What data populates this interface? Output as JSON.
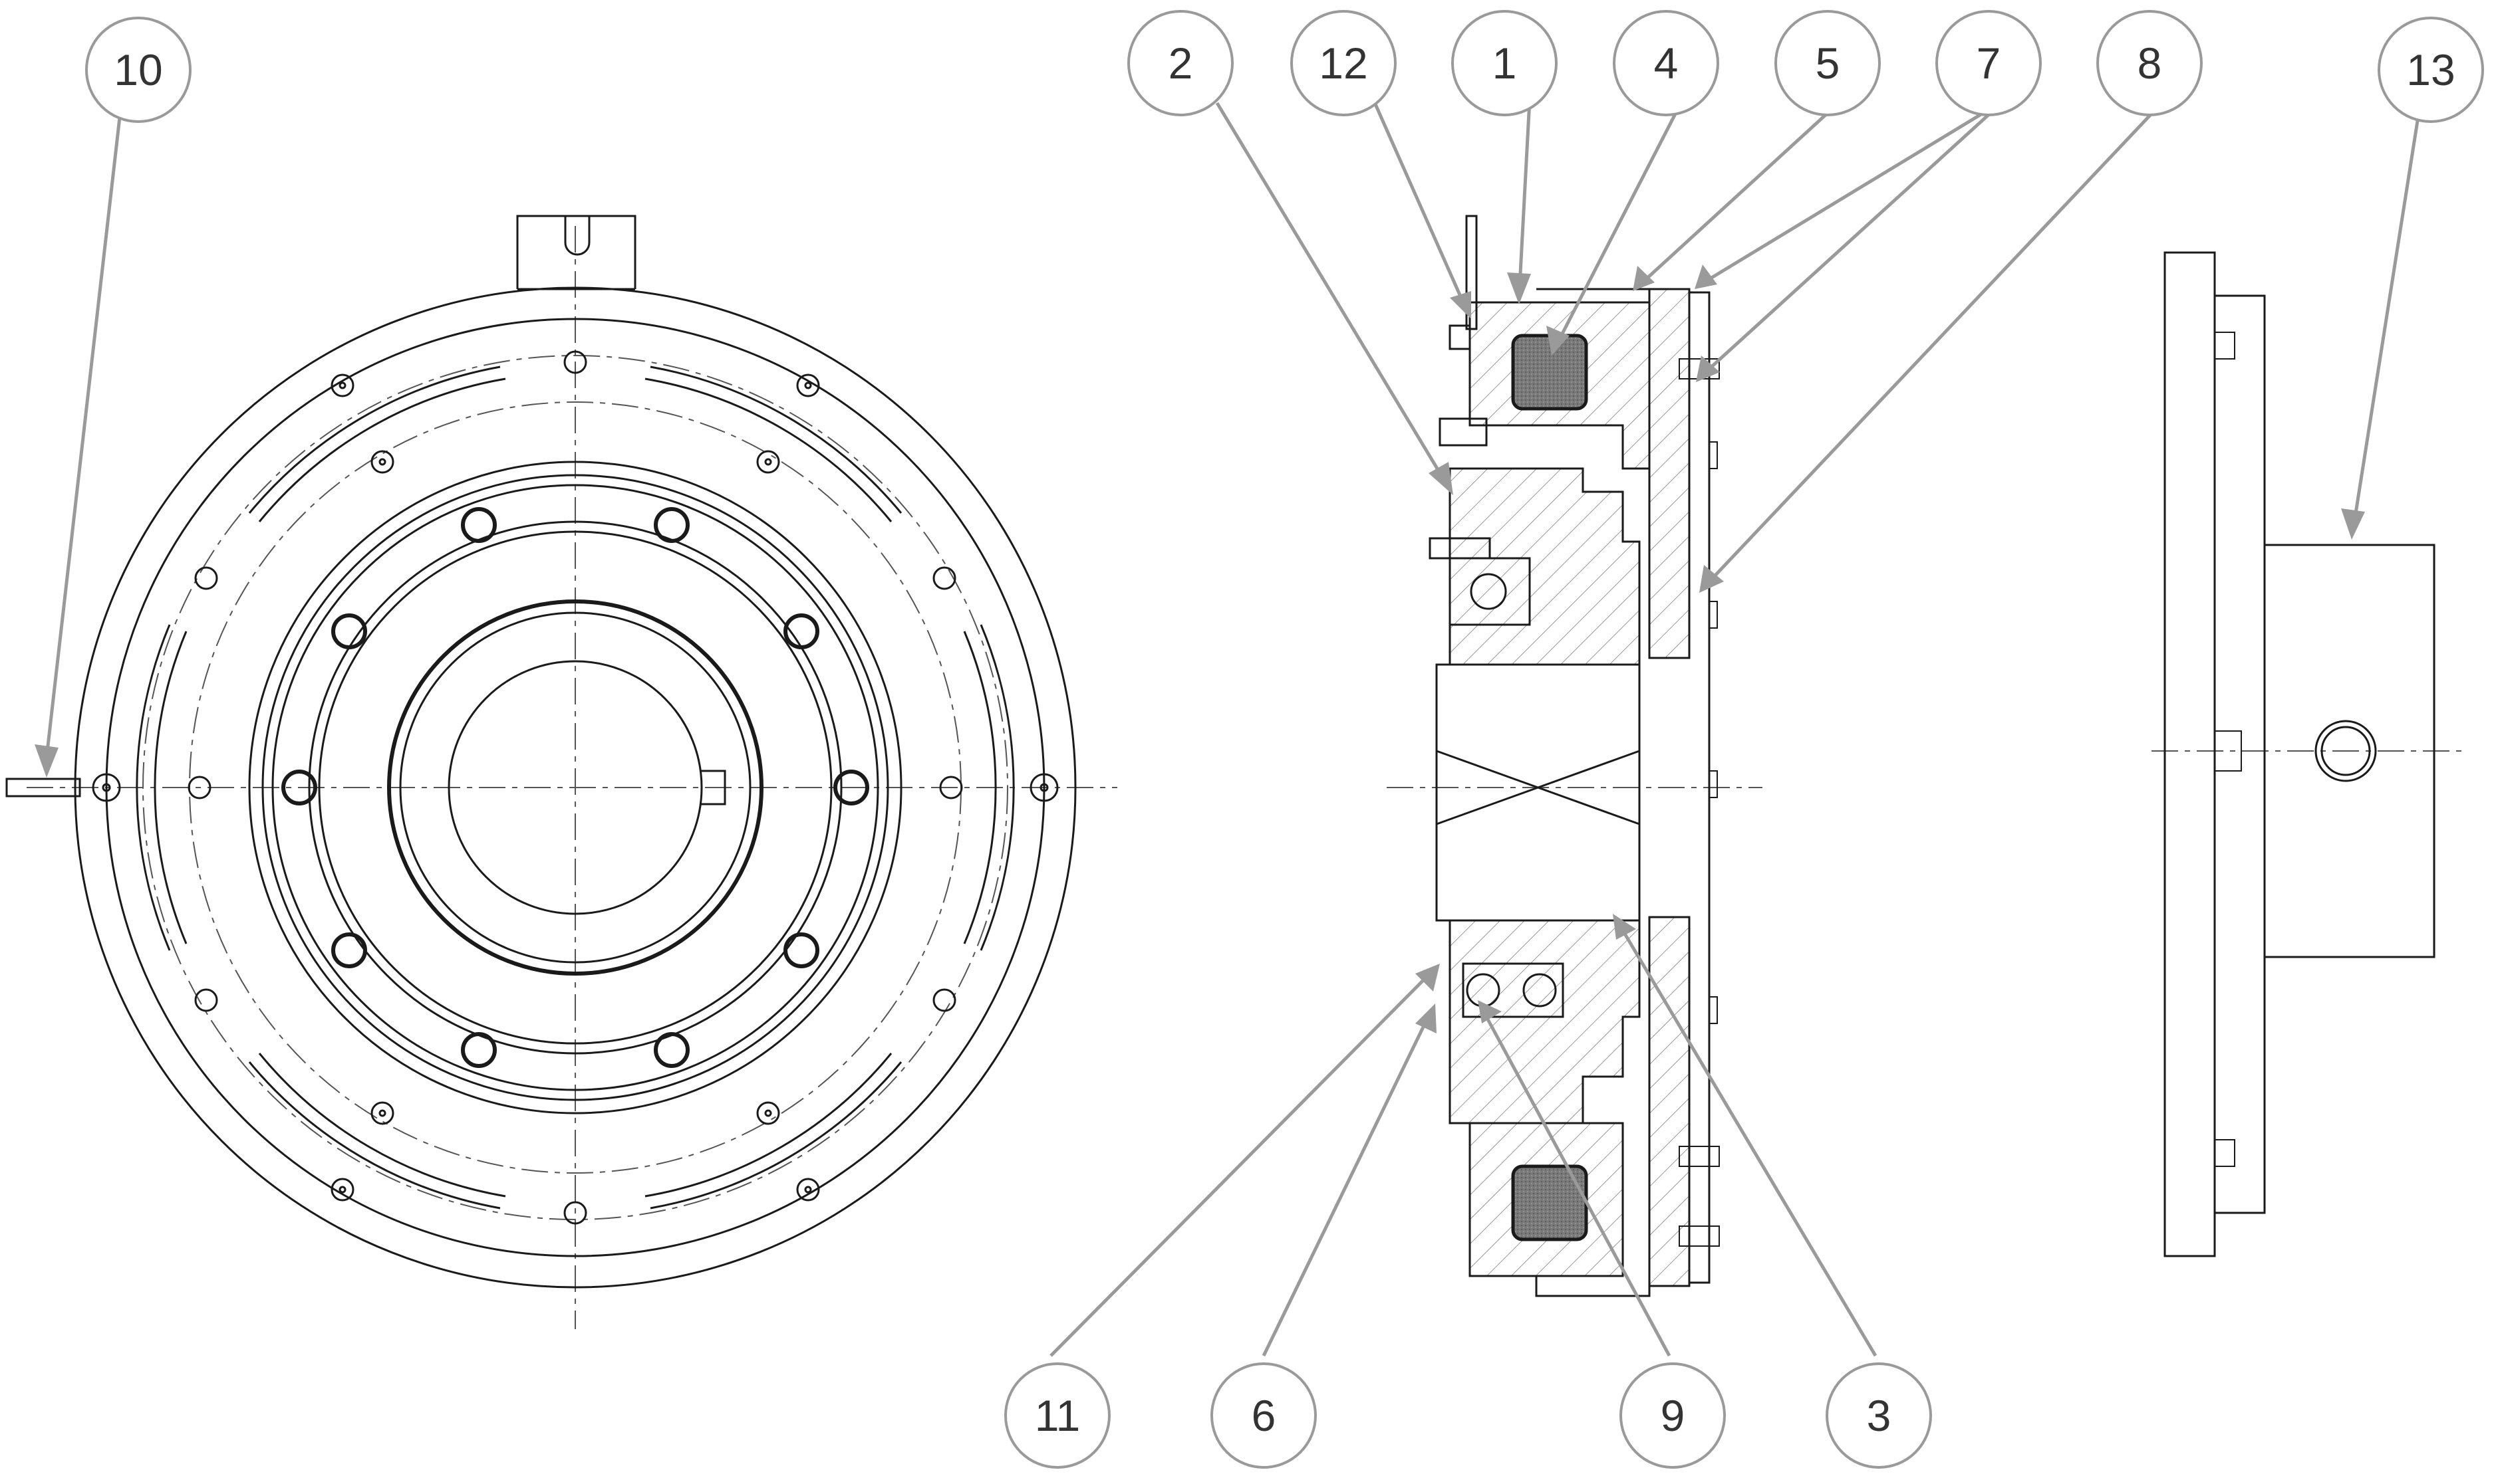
{
  "diagram": {
    "callouts": [
      {
        "id": "c1",
        "label": "1"
      },
      {
        "id": "c2",
        "label": "2"
      },
      {
        "id": "c3",
        "label": "3"
      },
      {
        "id": "c4",
        "label": "4"
      },
      {
        "id": "c5",
        "label": "5"
      },
      {
        "id": "c6",
        "label": "6"
      },
      {
        "id": "c7",
        "label": "7"
      },
      {
        "id": "c8",
        "label": "8"
      },
      {
        "id": "c9",
        "label": "9"
      },
      {
        "id": "c10",
        "label": "10"
      },
      {
        "id": "c11",
        "label": "11"
      },
      {
        "id": "c12",
        "label": "12"
      },
      {
        "id": "c13",
        "label": "13"
      }
    ],
    "colors": {
      "line": "#1a1a1a",
      "leader": "#9a9a9a",
      "callout_text": "#333333",
      "coil": "#6e6e6e",
      "background": "#ffffff"
    }
  }
}
